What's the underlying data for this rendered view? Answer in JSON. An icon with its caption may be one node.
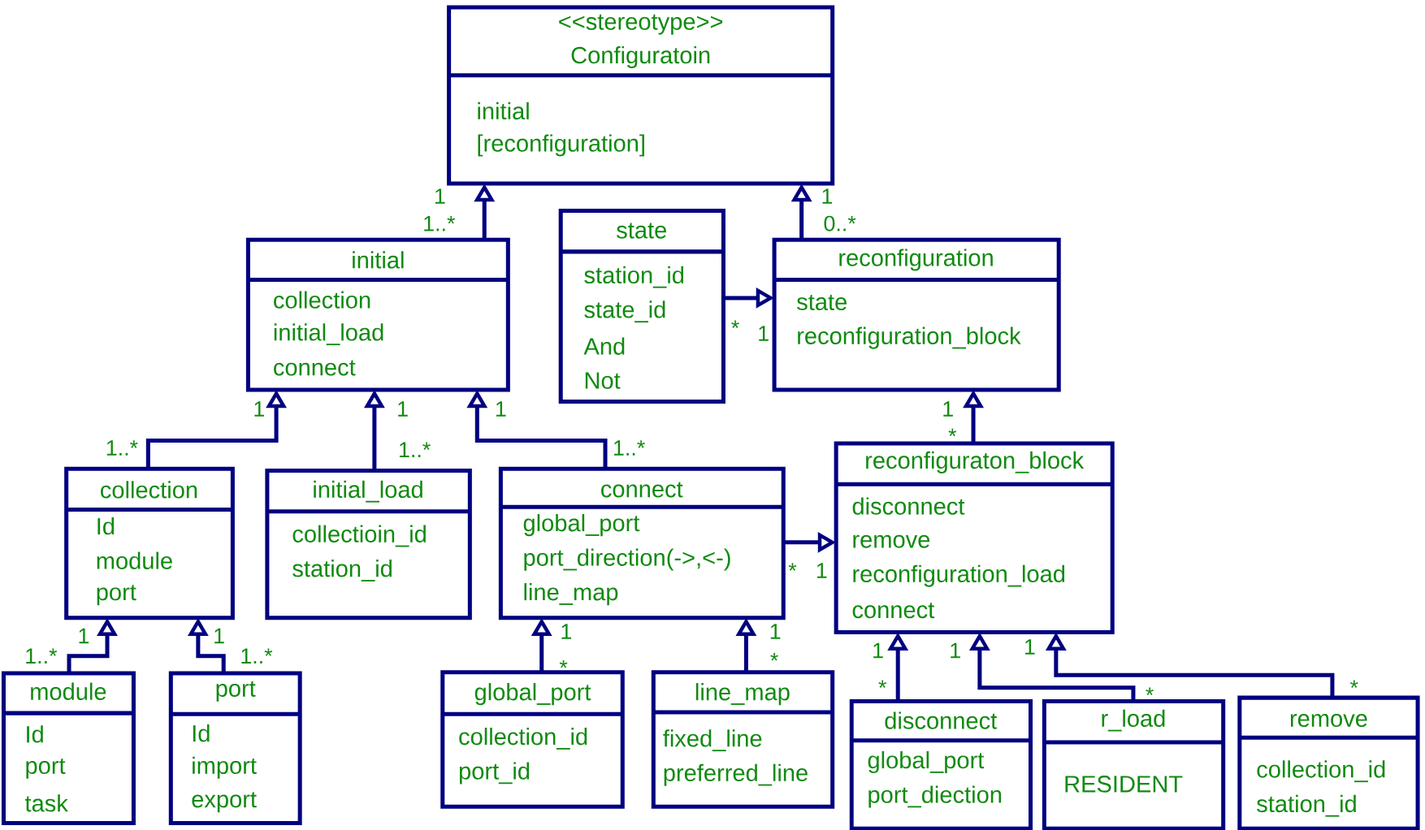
{
  "diagram": {
    "nodes": [
      {
        "text": [
          "<<stereotype>>",
          "Configuratoin",
          "initial",
          "[reconfiguration]"
        ]
      },
      {
        "text": [
          "initial",
          "collection",
          "initial_load",
          "connect"
        ]
      },
      {
        "text": [
          "state",
          "station_id",
          "state_id",
          "And",
          "Not"
        ]
      },
      {
        "text": [
          "reconfiguration",
          "state",
          "reconfiguration_block"
        ]
      },
      {
        "text": [
          "collection",
          "Id",
          "module",
          "port"
        ]
      },
      {
        "text": [
          "initial_load",
          "collectioin_id",
          "station_id"
        ]
      },
      {
        "text": [
          "connect",
          "global_port",
          "port_direction(->,<-)",
          "line_map"
        ]
      },
      {
        "text": [
          "reconfiguraton_block",
          "disconnect",
          "remove",
          "reconfiguration_load",
          "connect"
        ]
      },
      {
        "text": [
          "module",
          "Id",
          "port",
          "task"
        ]
      },
      {
        "text": [
          "port",
          "Id",
          "import",
          "export"
        ]
      },
      {
        "text": [
          "global_port",
          "collection_id",
          "port_id"
        ]
      },
      {
        "text": [
          "line_map",
          "fixed_line",
          "preferred_line"
        ]
      },
      {
        "text": [
          "disconnect",
          "global_port",
          "port_diection"
        ]
      },
      {
        "text": [
          "r_load",
          "RESIDENT"
        ]
      },
      {
        "text": [
          "remove",
          "collection_id",
          "station_id"
        ]
      }
    ],
    "edges": [
      {
        "from": 1,
        "to": 0,
        "arrow": "to"
      },
      {
        "from": 3,
        "to": 0,
        "arrow": "to"
      },
      {
        "from": 2,
        "to": 3,
        "arrow": "to"
      },
      {
        "from": 4,
        "to": 1,
        "arrow": "to"
      },
      {
        "from": 5,
        "to": 1,
        "arrow": "to"
      },
      {
        "from": 6,
        "to": 1,
        "arrow": "to"
      },
      {
        "from": 7,
        "to": 3,
        "arrow": "to"
      },
      {
        "from": 6,
        "to": 7,
        "arrow": "to"
      },
      {
        "from": 8,
        "to": 4,
        "arrow": "to"
      },
      {
        "from": 9,
        "to": 4,
        "arrow": "to"
      },
      {
        "from": 10,
        "to": 6,
        "arrow": "to"
      },
      {
        "from": 11,
        "to": 6,
        "arrow": "to"
      },
      {
        "from": 12,
        "to": 7,
        "arrow": "to"
      },
      {
        "from": 13,
        "to": 7,
        "arrow": "to"
      },
      {
        "from": 14,
        "to": 7,
        "arrow": "to"
      }
    ],
    "labels": [
      "1",
      "1",
      "1..*",
      "0..*",
      "*",
      "1",
      "1",
      "1",
      "1",
      "1",
      "*",
      "1..*",
      "1..*",
      "1..*",
      "*",
      "1",
      "1",
      "1",
      "1",
      "1",
      "1",
      "1",
      "1",
      "1..*",
      "1..*",
      "*",
      "*",
      "*",
      "*",
      "*"
    ]
  }
}
